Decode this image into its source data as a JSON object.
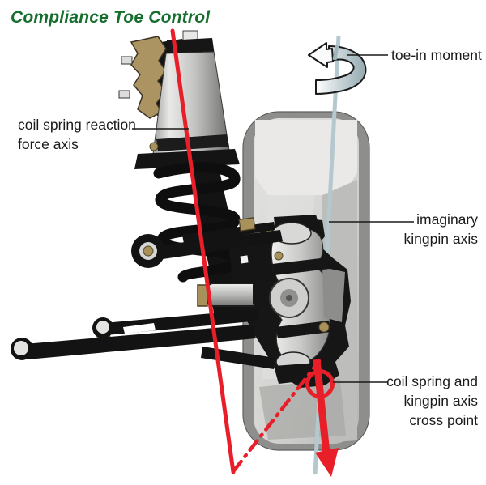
{
  "title": "Compliance Toe Control",
  "labels": {
    "coil_spring_axis": {
      "line1": "coil spring reaction",
      "line2": "force axis"
    },
    "toe_in_moment": {
      "line1": "toe-in moment"
    },
    "imaginary_kingpin": {
      "line1": "imaginary",
      "line2": "kingpin axis"
    },
    "cross_point": {
      "line1": "coil spring and",
      "line2": "kingpin axis",
      "line3": "cross point"
    }
  },
  "colors": {
    "title_green": "#156e2d",
    "axis_red": "#e81e28",
    "kingpin_axis_blue_gray": "#b4c8cd",
    "text_black": "#1a1a1a",
    "brass": "#a8915a",
    "tire_face_gray": "#d9d9d7",
    "tire_edge_gray": "#8e8e8c"
  },
  "icons": {
    "rotation_arrow": "toe-in-moment-rotation-arrow",
    "force_arrow": "downward-force-arrow",
    "cross_marker": "cross-point-circle"
  }
}
